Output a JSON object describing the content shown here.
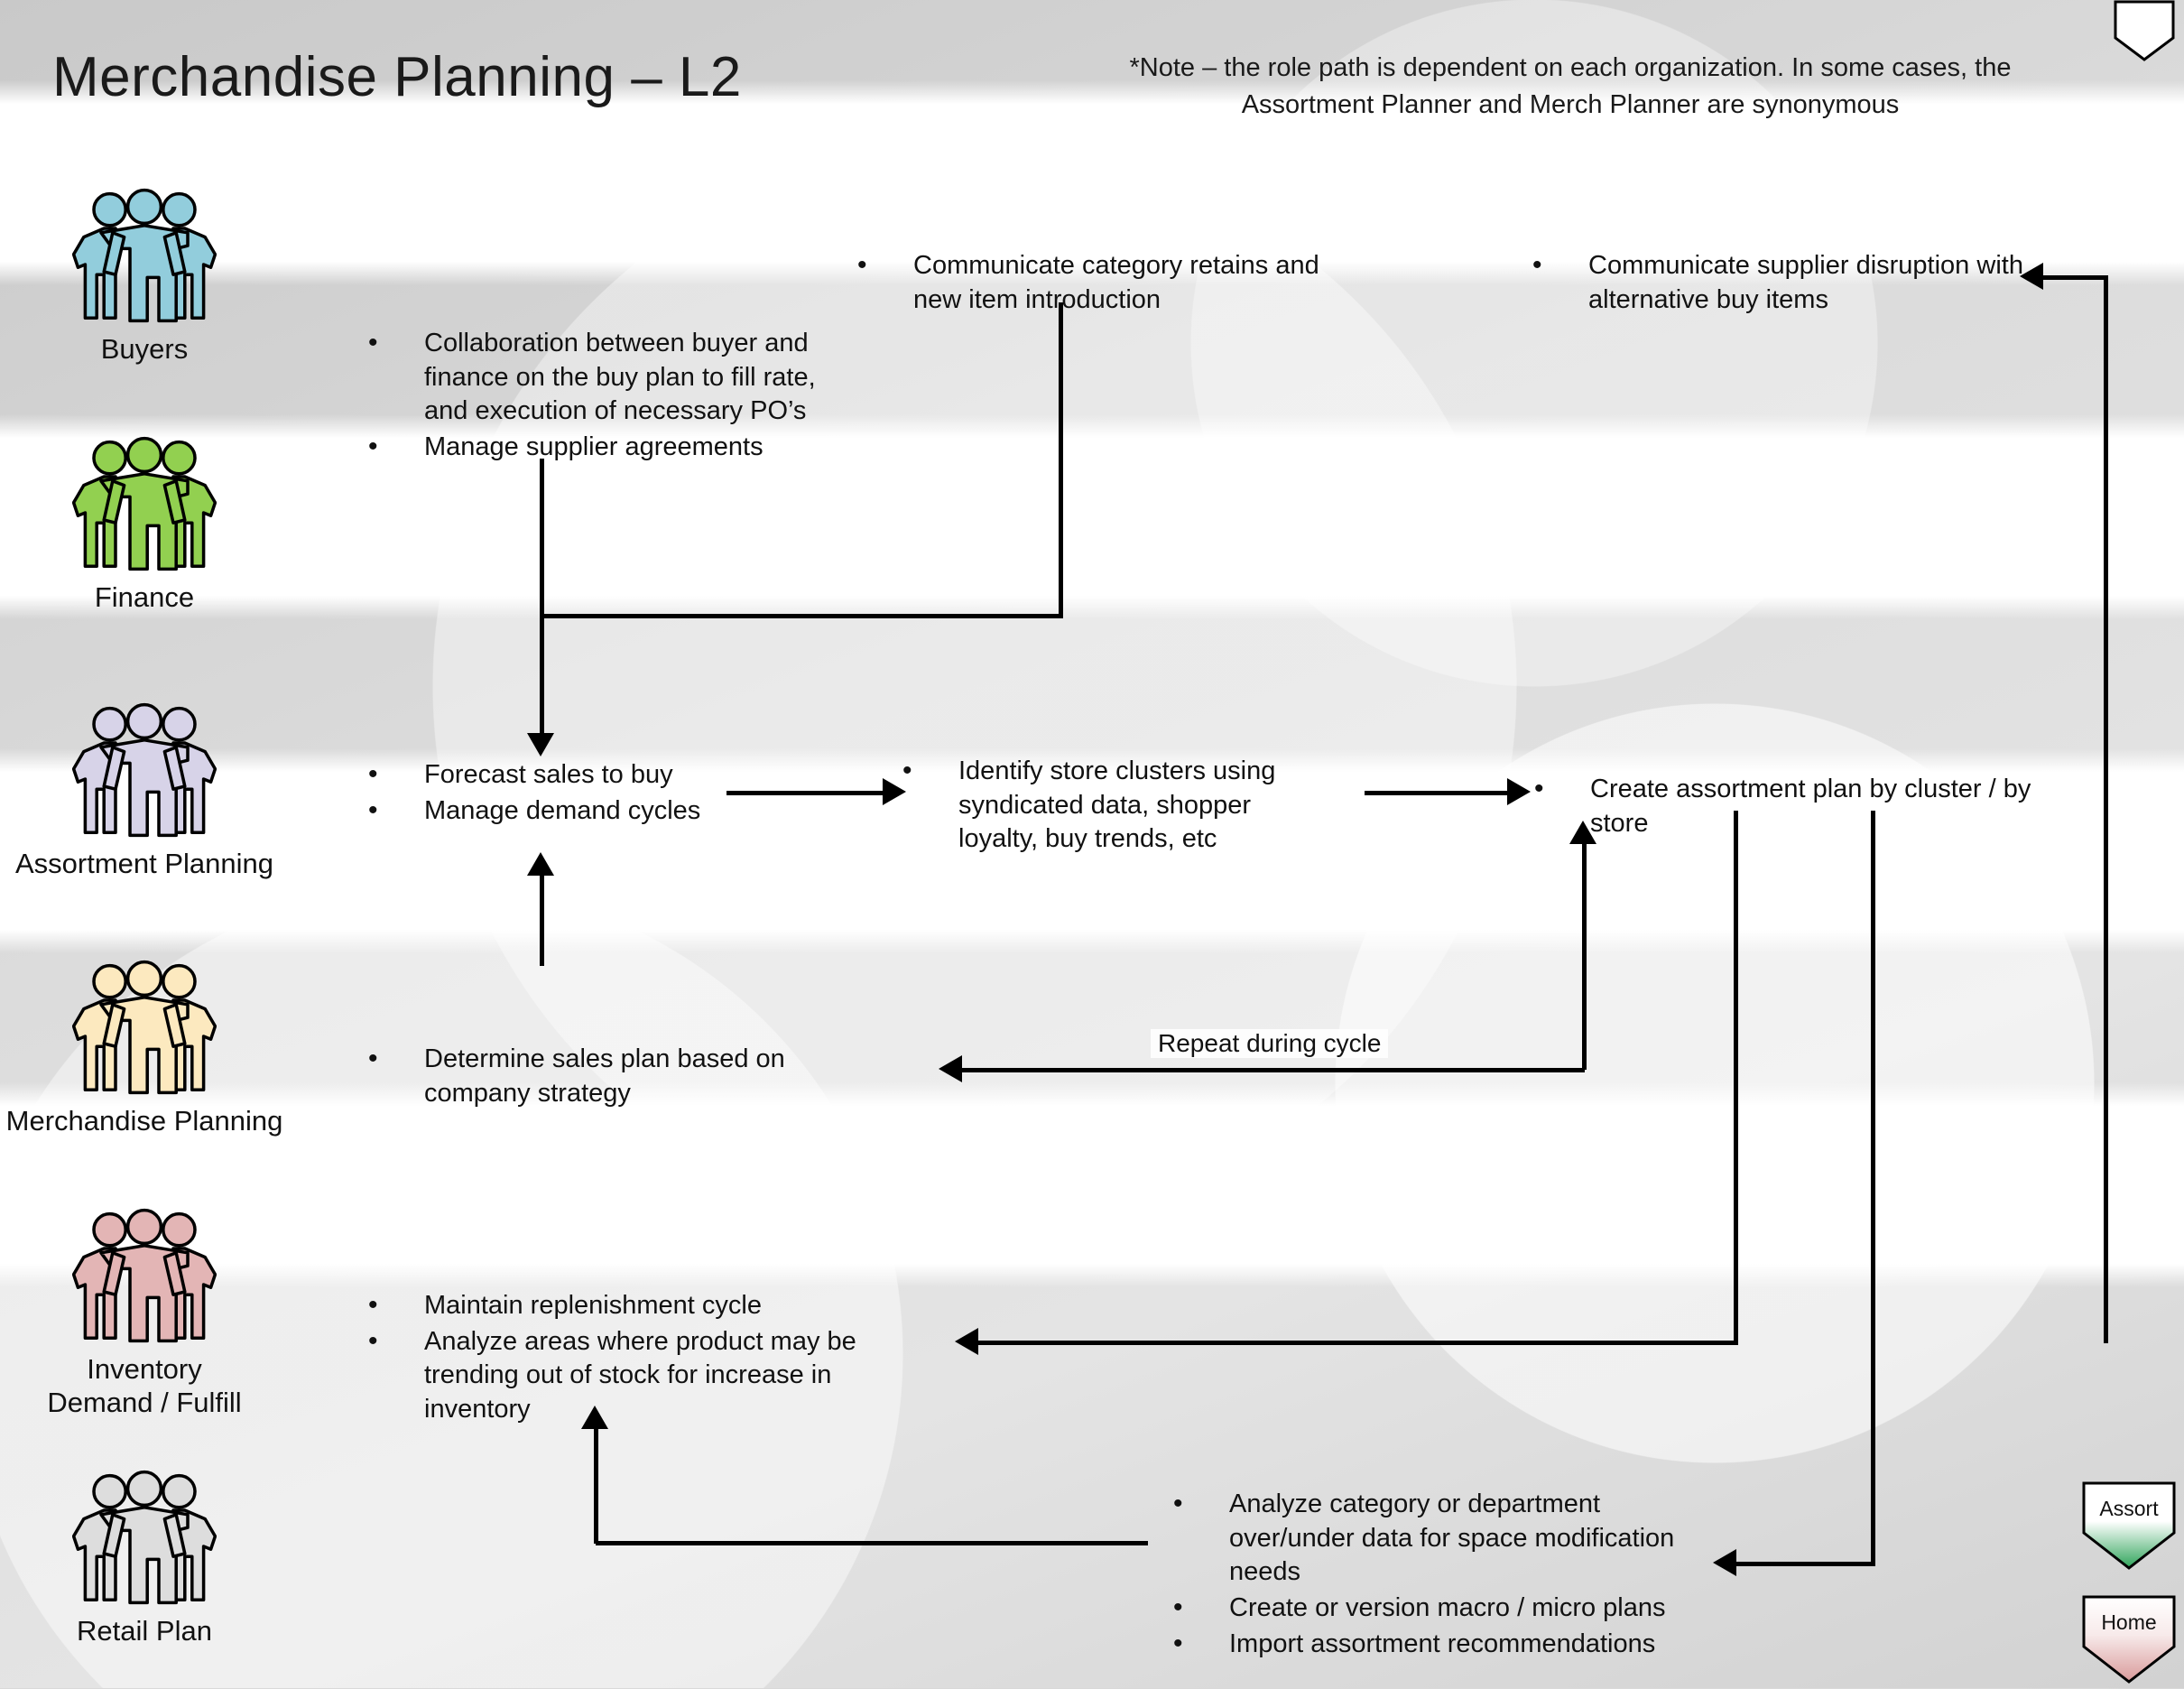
{
  "title": "Merchandise Planning – L2",
  "note": "*Note – the role path is dependent on each organization.  In some cases, the Assortment Planner and Merch Planner are synonymous",
  "colors": {
    "buyers": "#92CDDC",
    "finance": "#92D050",
    "assortment": "#D7D3E8",
    "merchandise": "#FCE9BF",
    "inventory": "#E3B5B5",
    "retail": "#DDDDDD",
    "assort_nav": "#2FA45A",
    "home_nav": "#D99A9A"
  },
  "roles": [
    {
      "id": "buyers",
      "label": "Buyers"
    },
    {
      "id": "finance",
      "label": "Finance"
    },
    {
      "id": "assortment",
      "label": "Assortment Planning"
    },
    {
      "id": "merchandise",
      "label": "Merchandise Planning"
    },
    {
      "id": "inventory",
      "label": "Inventory\nDemand / Fulfill"
    },
    {
      "id": "retail",
      "label": "Retail Plan"
    }
  ],
  "blocks": {
    "buyers_main": [
      "Collaboration between buyer and finance on the buy plan to fill rate, and execution of necessary PO’s",
      "Manage supplier agreements"
    ],
    "communicate_category": [
      "Communicate category retains and new item introduction"
    ],
    "communicate_supplier": [
      "Communicate supplier disruption with alternative buy items"
    ],
    "assortment_forecast": [
      "Forecast sales to buy",
      "Manage demand cycles"
    ],
    "identify_clusters": [
      "Identify store clusters using syndicated data, shopper loyalty, buy trends, etc"
    ],
    "create_assortment": [
      "Create assortment plan by cluster / by store"
    ],
    "merch_sales_plan": [
      "Determine sales plan based on company strategy"
    ],
    "inventory_main": [
      "Maintain replenishment cycle",
      "Analyze areas where product may be trending out of stock for increase in inventory"
    ],
    "retail_main": [
      "Analyze category or department over/under data for space modification needs",
      "Create or version macro / micro plans",
      "Import assortment recommendations"
    ]
  },
  "labels": {
    "repeat_during_cycle": "Repeat during cycle"
  },
  "nav": {
    "assort": "Assort",
    "home": "Home"
  }
}
